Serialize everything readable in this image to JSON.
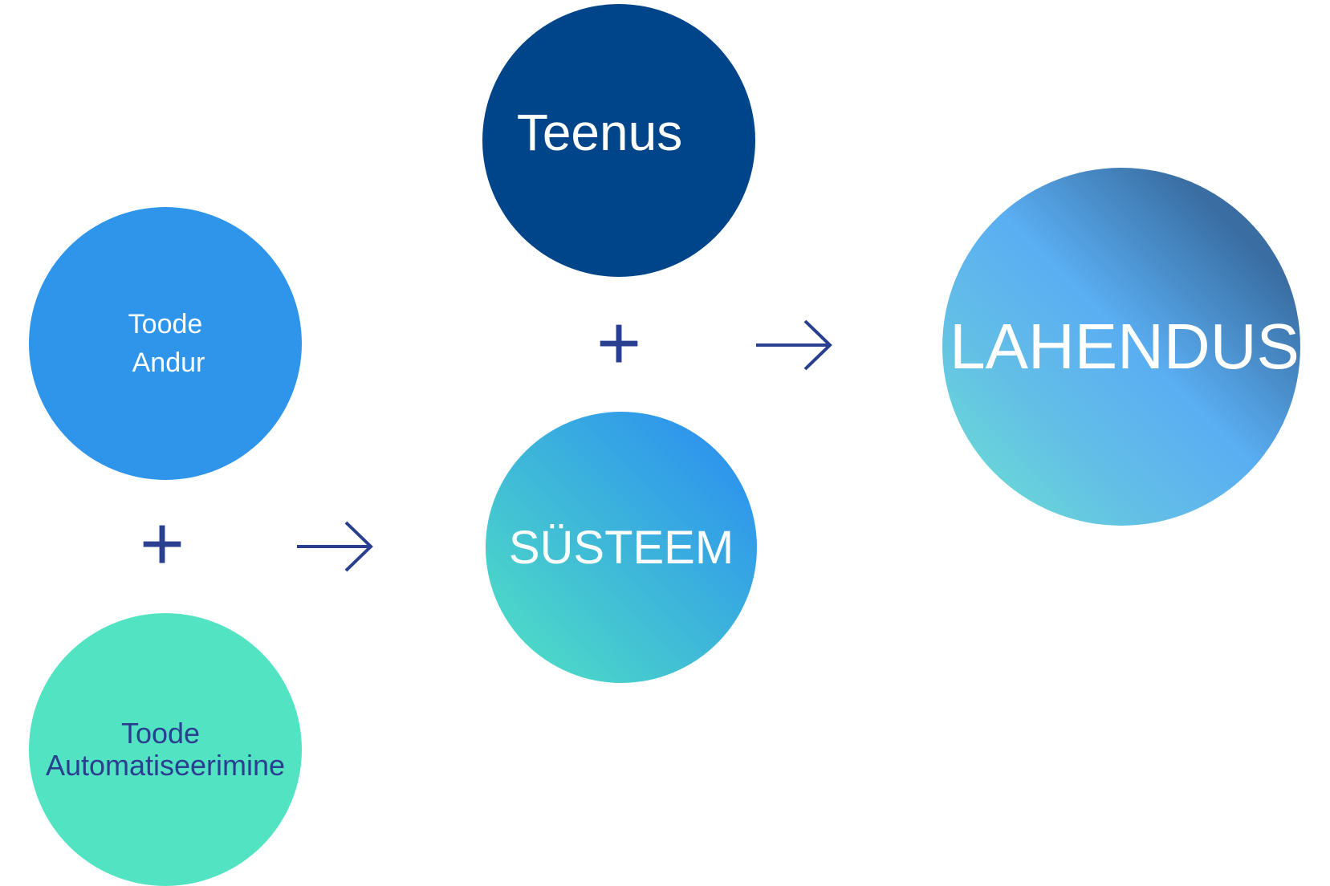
{
  "diagram": {
    "product_sensor": {
      "line1": "Toode",
      "line2": "Andur"
    },
    "product_automation": {
      "line1": "Toode",
      "line2": "Automatiseerimine"
    },
    "service": {
      "label": "Teenus"
    },
    "system": {
      "label": "SÜSTEEM"
    },
    "solution": {
      "label": "LAHENDUS"
    },
    "operators": {
      "plus_1": "+",
      "plus_2": "+"
    },
    "colors": {
      "sensor": "#2e95ea",
      "automation": "#52e4c2",
      "service": "#004589",
      "operator": "#2a3f8f"
    }
  }
}
